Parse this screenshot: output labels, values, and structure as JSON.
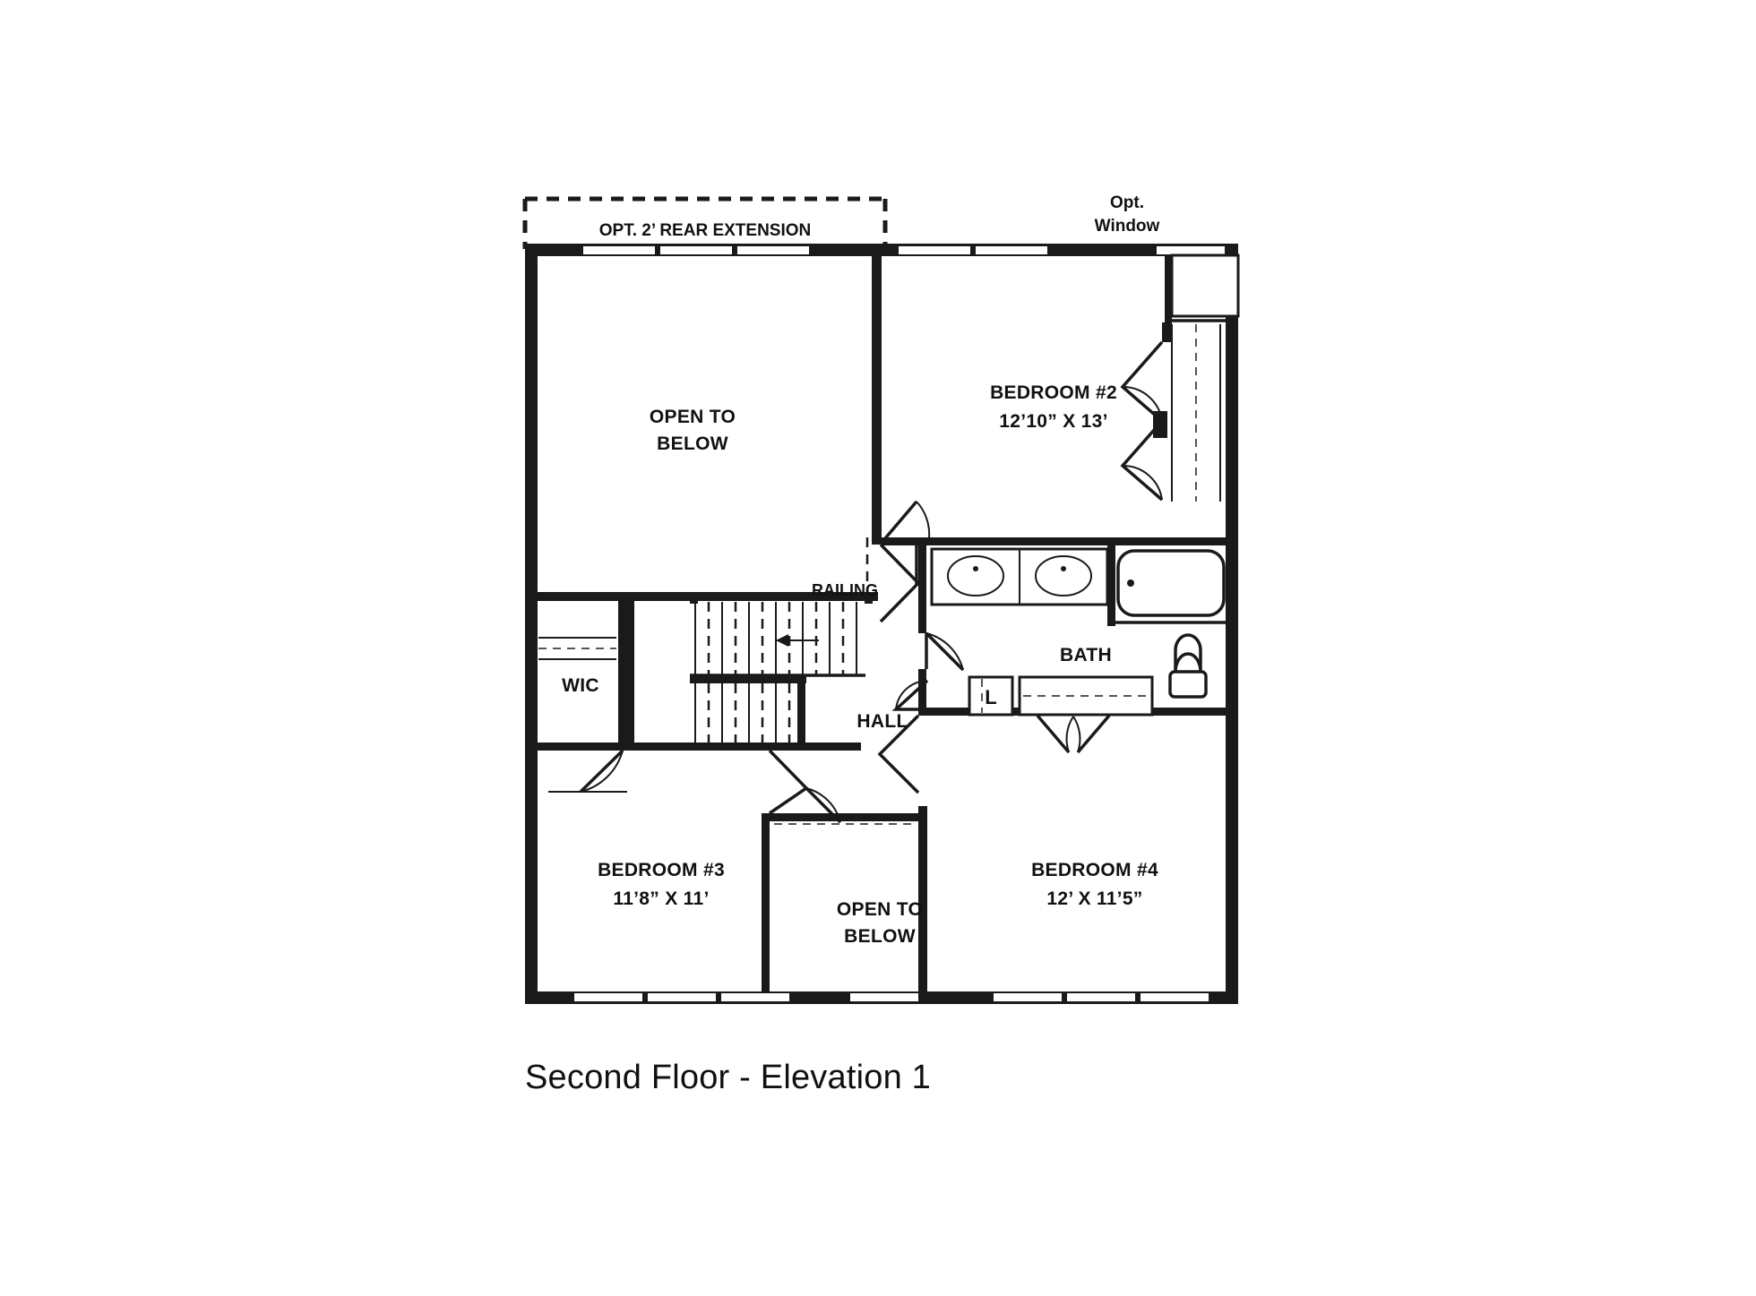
{
  "page": {
    "background_color": "#ffffff",
    "line_color": "#1a1a1a",
    "title": "Second Floor - Elevation 1"
  },
  "annotations": {
    "opt_rear_extension": "OPT. 2’ REAR EXTENSION",
    "opt_window_line1": "Opt.",
    "opt_window_line2": "Window",
    "railing": "RAILING"
  },
  "rooms": [
    {
      "id": "open-to-below-upper",
      "label": "OPEN TO",
      "label_line2": "BELOW",
      "dimensions": ""
    },
    {
      "id": "bedroom-2",
      "label": "BEDROOM #2",
      "dimensions": "12’10” X 13’"
    },
    {
      "id": "bath",
      "label": "BATH",
      "dimensions": ""
    },
    {
      "id": "wic",
      "label": "WIC",
      "dimensions": ""
    },
    {
      "id": "hall",
      "label": "HALL",
      "dimensions": ""
    },
    {
      "id": "bedroom-3",
      "label": "BEDROOM #3",
      "dimensions": "11’8” X 11’"
    },
    {
      "id": "open-to-below-lower",
      "label": "OPEN TO",
      "label_line2": "BELOW",
      "dimensions": ""
    },
    {
      "id": "bedroom-4",
      "label": "BEDROOM #4",
      "dimensions": "12’ X 11’5”"
    }
  ],
  "closets": {
    "linen_letter": "L"
  },
  "fixtures": [
    {
      "name": "double-vanity-sink-left"
    },
    {
      "name": "double-vanity-sink-right"
    },
    {
      "name": "bathtub"
    },
    {
      "name": "toilet"
    }
  ],
  "stairs": {
    "direction_arrow": "down-arrow",
    "tread_count": 13
  }
}
